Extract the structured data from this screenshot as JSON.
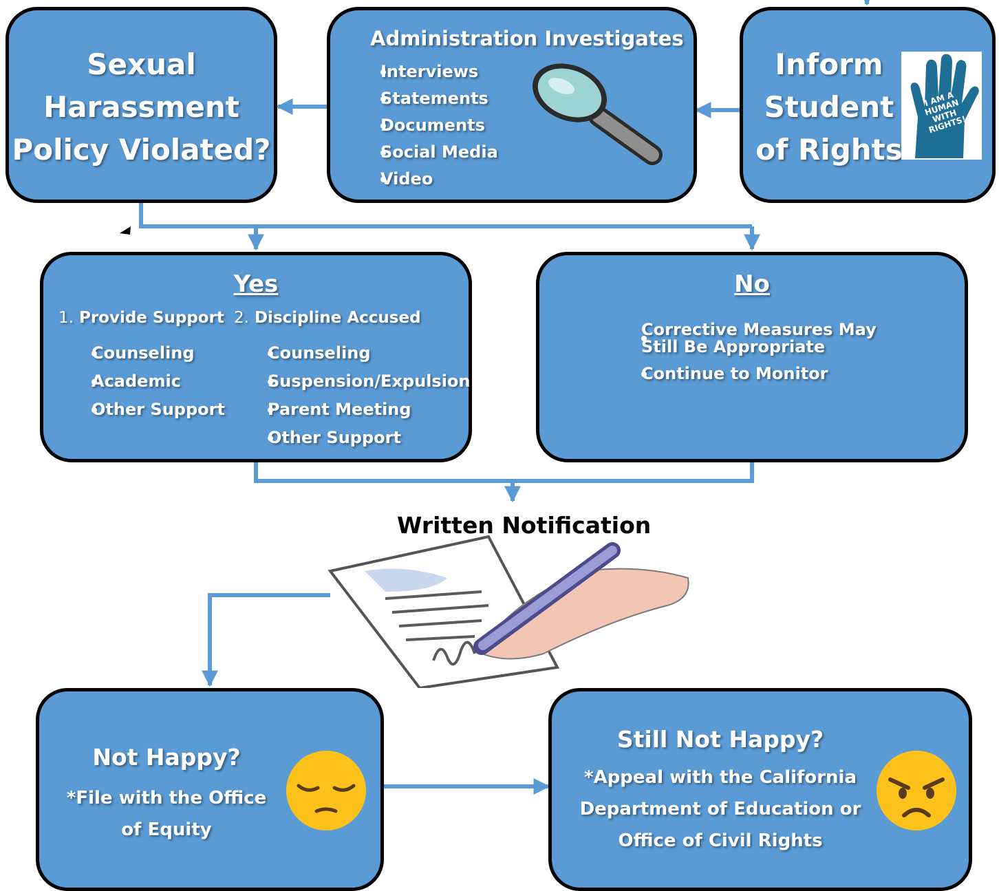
{
  "colors": {
    "box_fill": "#5b9bd5",
    "box_border": "#000000",
    "connector": "#5b9bd5",
    "text": "#ffffff"
  },
  "policy_box": {
    "lines": [
      "Sexual",
      "Harassment",
      "Policy Violated?"
    ]
  },
  "investigate_box": {
    "title": "Administration Investigates",
    "items": [
      "Interviews",
      "Statements",
      "Documents",
      "Social Media",
      "Video"
    ],
    "icon": "magnifying-glass-icon"
  },
  "inform_box": {
    "lines": [
      "Inform",
      "Student",
      "of Rights"
    ],
    "poster": {
      "lines": [
        "I AM A",
        "HUMAN",
        "WITH",
        "RIGHTS!"
      ],
      "icon": "raised-hand-icon"
    }
  },
  "yes_box": {
    "title": "Yes",
    "col1": {
      "number": "1.",
      "heading": "Provide Support",
      "items": [
        "Counseling",
        "Academic",
        "Other Support"
      ]
    },
    "col2": {
      "number": "2.",
      "heading": "Discipline Accused",
      "items": [
        "Counseling",
        "Suspension/Expulsion",
        "Parent Meeting",
        "Other Support"
      ]
    }
  },
  "no_box": {
    "title": "No",
    "items": [
      {
        "line1": "Corrective Measures May",
        "line2": "Still Be Appropriate"
      },
      {
        "line1": "Continue to Monitor",
        "line2": ""
      }
    ]
  },
  "notification": {
    "label": "Written Notification",
    "icon": "hand-writing-icon"
  },
  "not_happy_box": {
    "title": "Not Happy?",
    "lines": [
      "*File with the Office",
      "of Equity"
    ],
    "icon": "pensive-face-icon"
  },
  "still_box": {
    "title": "Still Not Happy?",
    "lines": [
      "*Appeal with the California",
      "Department of Education or",
      "Office of Civil Rights"
    ],
    "icon": "angry-face-icon"
  }
}
